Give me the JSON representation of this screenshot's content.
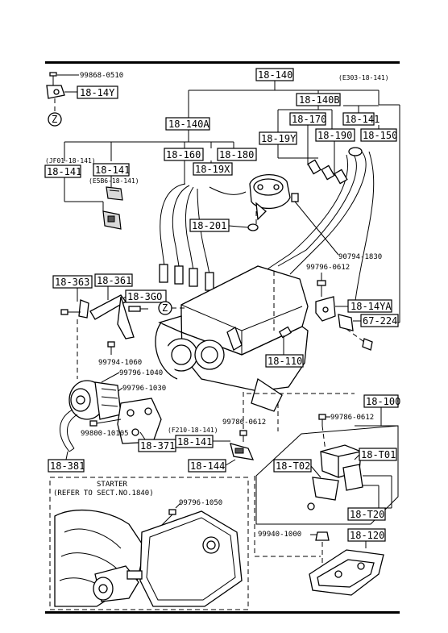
{
  "labels": {
    "l18_140": "18-140",
    "l18_140b": "18-140B",
    "l18_140a": "18-140A",
    "l18_141_a": "18-141",
    "l18_141_b": "18-141",
    "l18_141_c": "18-141",
    "l18_141_d": "18-141",
    "l18_14y": "18-14Y",
    "l18_170": "18-170",
    "l18_190": "18-190",
    "l18_150": "18-150",
    "l18_19y": "18-19Y",
    "l18_160": "18-160",
    "l18_180": "18-180",
    "l18_19x": "18-19X",
    "l18_201": "18-201",
    "l18_363": "18-363",
    "l18_361": "18-361",
    "l18_360": "18-3GO",
    "l18_14ya": "18-14YA",
    "l67_224": "67-224",
    "l18_110": "18-110",
    "l18_100": "18-100",
    "l18_371": "18-371",
    "l18_144": "18-144",
    "l18_t02": "18-T02",
    "l18_t01": "18-T01",
    "l18_t20": "18-T20",
    "l18_381": "18-381",
    "l18_120": "18-120"
  },
  "part_numbers": {
    "p99868": "99868-0510",
    "p90794": "90794-1830",
    "p99796_0612": "99796-0612",
    "p99794_1060": "99794-1060",
    "p99796_1040": "99796-1040",
    "p99796_1030": "99796-1030",
    "p99800_10105": "99800-10105",
    "p99786_0612_a": "99786-0612",
    "p99786_0612_b": "99786-0612",
    "p99796_1050": "99796-1050",
    "p99940_1000": "99940-1000"
  },
  "codes": {
    "e303": "(E303-18-141)",
    "jf01": "(JF01-18-141)",
    "e5b6": "(E5B6-18-141)",
    "f210": "(F210-18-141)"
  },
  "markers": {
    "z": "Z"
  },
  "starter": {
    "title": "STARTER",
    "ref": "(REFER TO SECT.NO.1840)"
  }
}
